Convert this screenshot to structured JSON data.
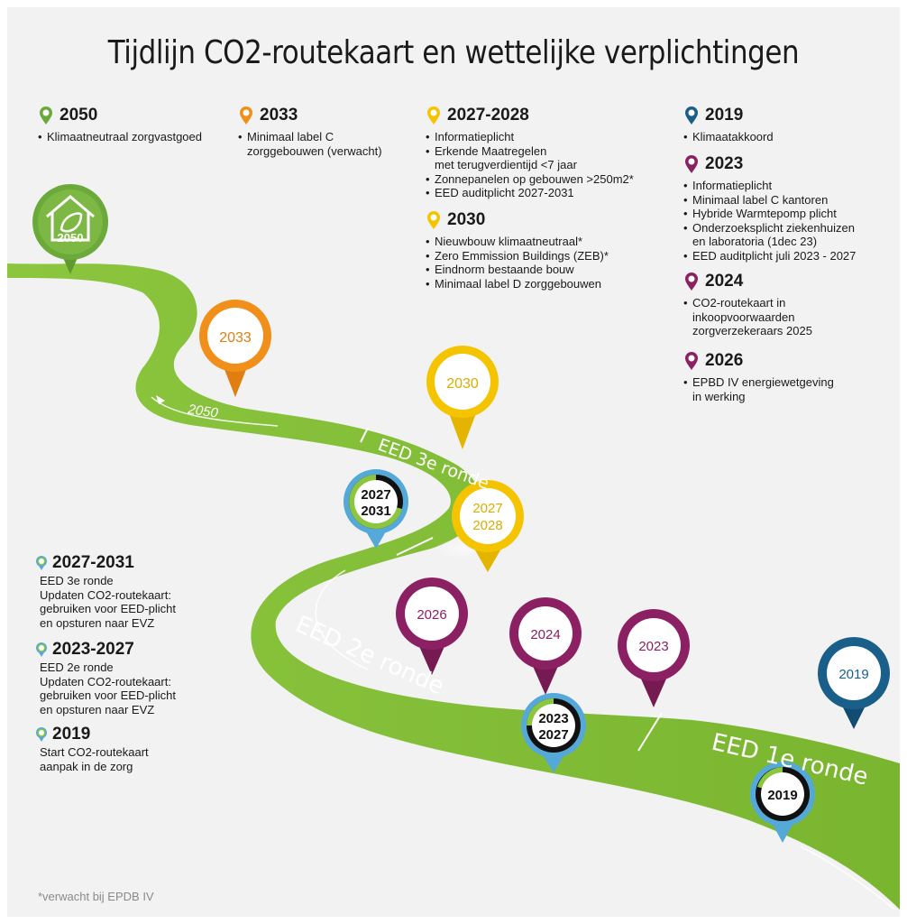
{
  "title": "Tijdlijn CO2-routekaart en wettelijke verplichtingen",
  "colors": {
    "green": "#7cb32a",
    "orange": "#f08f1a",
    "yellow": "#f5c400",
    "blue": "#1a5f8a",
    "purple": "#8b2162",
    "lightblue": "#55a9d8"
  },
  "top_blocks": [
    {
      "year": "2050",
      "color": "#6ba93a",
      "items": [
        "Klimaatneutraal zorgvastgoed"
      ]
    },
    {
      "year": "2033",
      "color": "#f08f1a",
      "items": [
        "Minimaal label C",
        "zorggebouwen (verwacht)"
      ]
    },
    {
      "year": "2027-2028",
      "color": "#f5c400",
      "items": [
        "Informatieplicht",
        "Erkende Maatregelen",
        "met terugverdientijd <7 jaar",
        "Zonnepanelen op gebouwen >250m2*",
        "EED auditplicht 2027-2031"
      ]
    },
    {
      "year": "2030",
      "color": "#f5c400",
      "items": [
        "Nieuwbouw klimaatneutraal*",
        "Zero Emmission Buildings (ZEB)*",
        "Eindnorm bestaande bouw",
        "Minimaal label D zorggebouwen"
      ]
    },
    {
      "year": "2019",
      "color": "#1a5f8a",
      "items": [
        "Klimaatakkoord"
      ]
    },
    {
      "year": "2023",
      "color": "#8b2162",
      "items": [
        "Informatieplicht",
        "Minimaal label C kantoren",
        "Hybride Warmtepomp plicht",
        "Onderzoeksplicht ziekenhuizen",
        "en laboratoria (1dec 23)",
        "EED auditplicht juli 2023 - 2027"
      ]
    },
    {
      "year": "2024",
      "color": "#8b2162",
      "items": [
        "CO2-routekaart in",
        "inkoopvoorwaarden",
        "zorgverzekeraars 2025"
      ]
    },
    {
      "year": "2026",
      "color": "#8b2162",
      "items": [
        "EPBD IV energiewetgeving",
        "in werking"
      ]
    }
  ],
  "left_blocks": [
    {
      "year": "2027-2031",
      "lines": [
        "EED 3e ronde",
        "Updaten CO2-routekaart:",
        "gebruiken voor EED-plicht",
        "en opsturen naar EVZ"
      ]
    },
    {
      "year": "2023-2027",
      "lines": [
        "EED 2e ronde",
        "Updaten CO2-routekaart:",
        "gebruiken voor EED-plicht",
        "en opsturen naar EVZ"
      ]
    },
    {
      "year": "2019",
      "lines": [
        "Start CO2-routekaart",
        "aanpak in de zorg"
      ]
    }
  ],
  "road_labels": {
    "eed3": "EED 3e ronde",
    "eed2": "EED 2e ronde",
    "eed1": "EED 1e ronde",
    "y2050": "2050"
  },
  "markers": {
    "m2050": "2050",
    "m2033": "2033",
    "m2030": "2030",
    "m2027_2028_a": "2027",
    "m2027_2028_b": "2028",
    "m2027_2031_a": "2027",
    "m2027_2031_b": "2031",
    "m2026": "2026",
    "m2024": "2024",
    "m2023": "2023",
    "m2019_top": "2019",
    "m2023_2027_a": "2023",
    "m2023_2027_b": "2027",
    "m2019_ring": "2019"
  },
  "footnote": "*verwacht bij EPDB IV"
}
